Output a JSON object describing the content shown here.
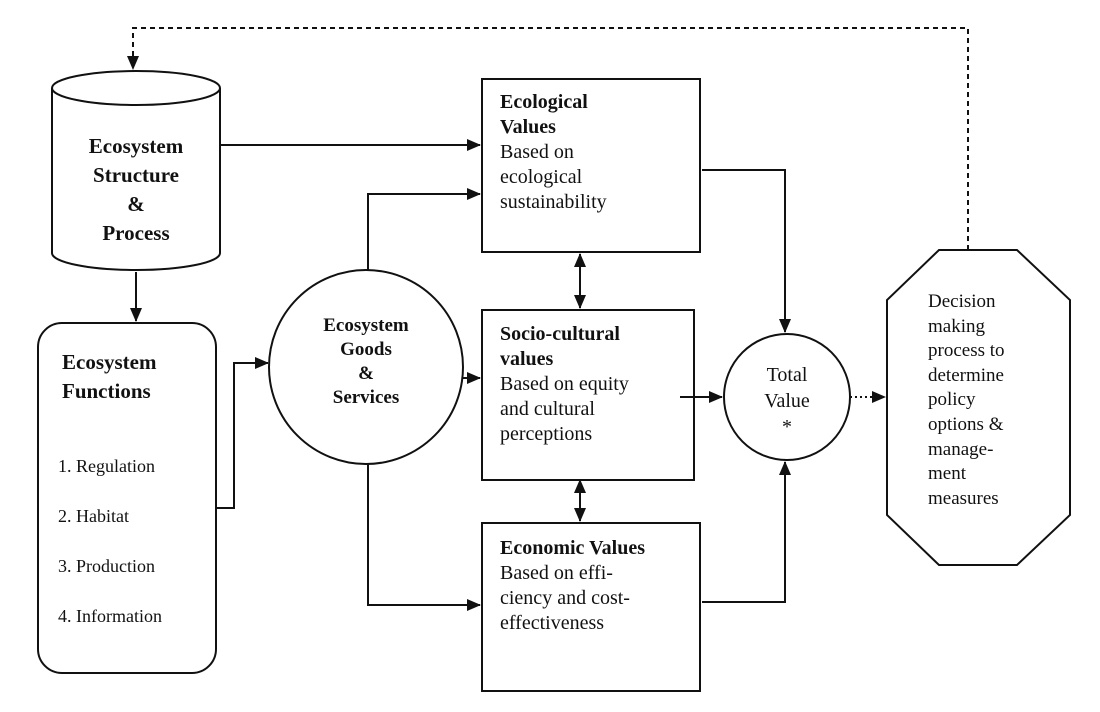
{
  "nodes": {
    "structure": {
      "lines": [
        "Ecosystem",
        "Structure",
        "&",
        "Process"
      ]
    },
    "functions": {
      "title_lines": [
        "Ecosystem",
        "Functions"
      ],
      "items": [
        "1. Regulation",
        "2. Habitat",
        "3. Production",
        "4. Information"
      ]
    },
    "goods": {
      "lines": [
        "Ecosystem",
        "Goods",
        "&",
        "Services"
      ]
    },
    "ecological": {
      "title_lines": [
        "Ecological",
        "Values"
      ],
      "body_lines": [
        "Based on",
        "ecological",
        "sustainability"
      ]
    },
    "sociocultural": {
      "title_lines": [
        "Socio-cultural",
        "values"
      ],
      "body_lines": [
        "Based on equity",
        "and cultural",
        "perceptions"
      ]
    },
    "economic": {
      "title_lines": [
        "Economic Values"
      ],
      "body_lines": [
        "Based on effi-",
        "ciency and cost-",
        "effectiveness"
      ]
    },
    "total": {
      "lines": [
        "Total",
        "Value",
        "*"
      ]
    },
    "decision": {
      "lines": [
        "Decision",
        "making",
        "process to",
        "determine",
        "policy",
        "options &",
        "manage-",
        "ment",
        "measures"
      ]
    }
  },
  "colors": {
    "ink": "#111111",
    "fill": "#ffffff"
  }
}
